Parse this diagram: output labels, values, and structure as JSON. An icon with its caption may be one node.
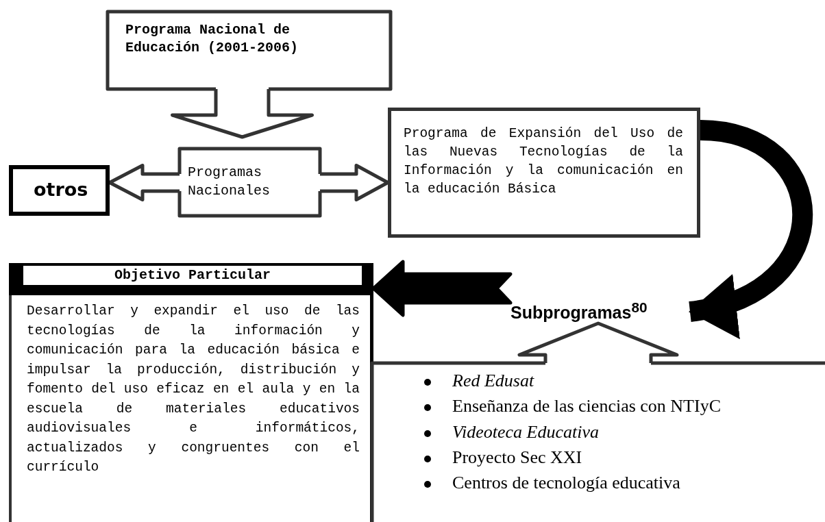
{
  "diagram": {
    "nodes": [
      {
        "text": [
          "Programa Nacional de Educación (2001-2006)"
        ]
      },
      {
        "text": [
          "otros"
        ]
      },
      {
        "text": [
          "Programas Nacionales"
        ]
      },
      {
        "text": [
          "Programa de Expansión del Uso de las Nuevas Tecnologías de la Información y la comunicación en la educación Básica"
        ]
      },
      {
        "text": [
          "Objetivo Particular",
          "Desarrollar y expandir el uso de las tecnologías de la información y comunicación para la educación básica e impulsar la producción, distribución y fomento del uso eficaz en el aula y en la escuela de materiales educativos audiovisuales e informáticos, actualizados y congruentes con el currículo"
        ]
      },
      {
        "text": [
          "Subprogramas$^{80}$"
        ]
      },
      {
        "text": [
          "*Red Edusat*",
          "Enseñanza de las ciencias con NTIyC",
          "*Videoteca Educativa*",
          "Proyecto Sec XXI",
          "Centros de tecnología educativa"
        ]
      }
    ],
    "edges": [
      {
        "from": 0,
        "to": 2,
        "arrow": "to"
      },
      {
        "from": 2,
        "to": 1,
        "arrow": "to"
      },
      {
        "from": 2,
        "to": 3,
        "arrow": "to"
      },
      {
        "from": 3,
        "to": 5,
        "arrow": "to",
        "color": "#000000"
      },
      {
        "from": 5,
        "to": 4,
        "arrow": "to",
        "style": "thick"
      },
      {
        "from": 6,
        "to": 5,
        "arrow": "to"
      }
    ]
  }
}
